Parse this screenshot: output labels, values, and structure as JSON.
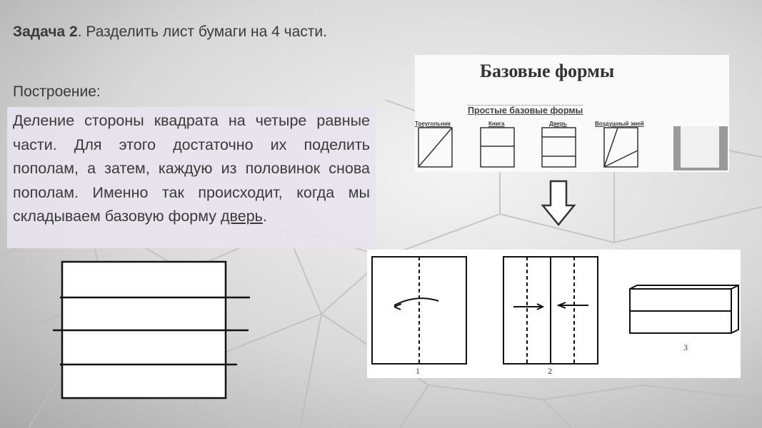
{
  "title": {
    "bold": "Задача 2",
    "rest": ". Разделить лист бумаги на 4 части."
  },
  "subtitle": "Построение:",
  "body": {
    "text": "Деление стороны квадрата на четыре равные части. Для этого достаточно их поделить пополам, а затем, каждую из половинок снова пополам. Именно так происходит, когда мы складываем базовую форму ",
    "link": "дверь",
    "end": "."
  },
  "forms_image": {
    "heading": "Базовые формы",
    "subheading": "Простые базовые формы",
    "shapes": [
      "Треугольник",
      "Книга",
      "Дверь",
      "Воздушный змей"
    ]
  },
  "fold_image": {
    "steps": [
      "1",
      "2",
      "3"
    ]
  }
}
